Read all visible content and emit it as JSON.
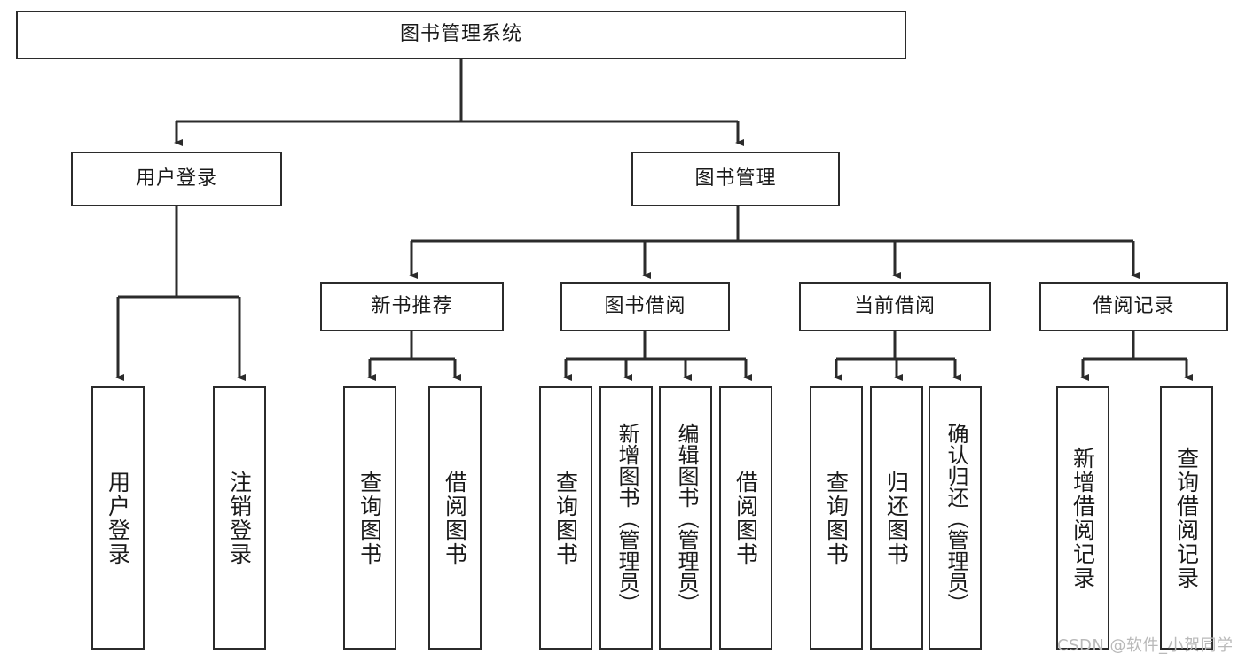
{
  "diagram": {
    "title": "图书管理系统",
    "type": "tree",
    "stroke_color": "#2b2b2b",
    "fill_color": "#ffffff",
    "background": "#ffffff"
  },
  "nodes": {
    "root": {
      "label": "图书管理系统"
    },
    "level2": [
      {
        "id": "user-login",
        "label": "用户登录"
      },
      {
        "id": "book-manage",
        "label": "图书管理"
      }
    ],
    "level3": [
      {
        "id": "new-book-recommend",
        "label": "新书推荐"
      },
      {
        "id": "book-borrow",
        "label": "图书借阅"
      },
      {
        "id": "current-borrow",
        "label": "当前借阅"
      },
      {
        "id": "borrow-record",
        "label": "借阅记录"
      }
    ],
    "leaves": {
      "user_login": [
        {
          "id": "leaf-user-login",
          "label": "用户登录"
        },
        {
          "id": "leaf-logout-login",
          "label": "注销登录"
        }
      ],
      "new_book_recommend": [
        {
          "id": "leaf-query-book-1",
          "label": "查询图书"
        },
        {
          "id": "leaf-borrow-book-1",
          "label": "借阅图书"
        }
      ],
      "book_borrow": [
        {
          "id": "leaf-query-book-2",
          "label": "查询图书"
        },
        {
          "id": "leaf-add-book",
          "label": "新增图书（管理员）"
        },
        {
          "id": "leaf-edit-book",
          "label": "编辑图书（管理员）"
        },
        {
          "id": "leaf-borrow-book-2",
          "label": "借阅图书"
        }
      ],
      "current_borrow": [
        {
          "id": "leaf-query-book-3",
          "label": "查询图书"
        },
        {
          "id": "leaf-return-book",
          "label": "归还图书"
        },
        {
          "id": "leaf-confirm-return",
          "label": "确认归还（管理员）"
        }
      ],
      "borrow_record": [
        {
          "id": "leaf-add-record",
          "label": "新增借阅记录"
        },
        {
          "id": "leaf-query-record",
          "label": "查询借阅记录"
        }
      ]
    }
  },
  "watermark": {
    "text": "CSDN @软件_小贺同学"
  }
}
